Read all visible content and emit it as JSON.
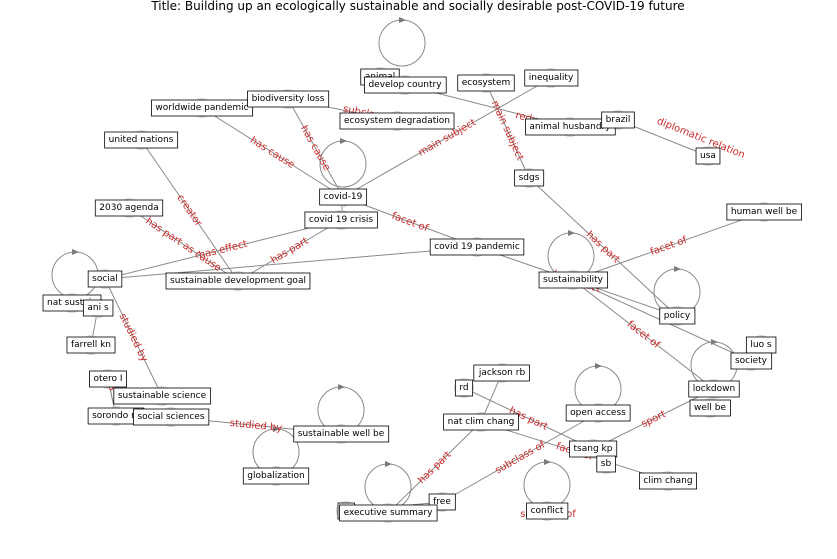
{
  "title": "Title: Building up an ecologically sustainable and socially desirable post-COVID-19 future",
  "colors": {
    "edge": "#8a8a8a",
    "node": "#d6d6d6",
    "edge_label": "#cc2a2a",
    "box_border": "#000000"
  },
  "nodes": [
    {
      "id": "animal",
      "label": "animal"
    },
    {
      "id": "develop_country",
      "label": "develop country"
    },
    {
      "id": "ecosystem",
      "label": "ecosystem"
    },
    {
      "id": "inequality",
      "label": "inequality"
    },
    {
      "id": "worldwide_pandemic",
      "label": "worldwide pandemic"
    },
    {
      "id": "biodiversity_loss",
      "label": "biodiversity loss"
    },
    {
      "id": "ecosystem_degradation",
      "label": "ecosystem degradation"
    },
    {
      "id": "animal_husbandry",
      "label": "animal husbandry"
    },
    {
      "id": "brazil",
      "label": "brazil"
    },
    {
      "id": "usa",
      "label": "usa"
    },
    {
      "id": "united_nations",
      "label": "united nations"
    },
    {
      "id": "sdgs",
      "label": "sdgs"
    },
    {
      "id": "covid19",
      "label": "covid-19"
    },
    {
      "id": "agenda2030",
      "label": "2030 agenda"
    },
    {
      "id": "covid19_crisis",
      "label": "covid 19 crisis"
    },
    {
      "id": "human_well_be",
      "label": "human well be"
    },
    {
      "id": "covid19_pandemic",
      "label": "covid 19 pandemic"
    },
    {
      "id": "social",
      "label": "social"
    },
    {
      "id": "sustainable_development_goal",
      "label": "sustainable development goal"
    },
    {
      "id": "sustainability",
      "label": "sustainability"
    },
    {
      "id": "nat_sustain",
      "label": "nat sustain"
    },
    {
      "id": "ani_s",
      "label": "ani s"
    },
    {
      "id": "policy",
      "label": "policy"
    },
    {
      "id": "farrell_kn",
      "label": "farrell kn"
    },
    {
      "id": "luo_s",
      "label": "luo s"
    },
    {
      "id": "society",
      "label": "society"
    },
    {
      "id": "otero_i",
      "label": "otero I"
    },
    {
      "id": "jackson_rb",
      "label": "jackson rb"
    },
    {
      "id": "lockdown",
      "label": "lockdown"
    },
    {
      "id": "rd",
      "label": "rd"
    },
    {
      "id": "sustainable_science",
      "label": "sustainable science"
    },
    {
      "id": "well_be",
      "label": "well be"
    },
    {
      "id": "sorondo_m",
      "label": "sorondo m"
    },
    {
      "id": "social_sciences",
      "label": "social sciences"
    },
    {
      "id": "open_access",
      "label": "open access"
    },
    {
      "id": "nat_clim_chang",
      "label": "nat clim chang"
    },
    {
      "id": "sustainable_well_be",
      "label": "sustainable well be"
    },
    {
      "id": "tsang_kp",
      "label": "tsang kp"
    },
    {
      "id": "sb",
      "label": "sb"
    },
    {
      "id": "clim_chang",
      "label": "clim chang"
    },
    {
      "id": "globalization",
      "label": "globalization"
    },
    {
      "id": "free",
      "label": "free"
    },
    {
      "id": "le",
      "label": "le"
    },
    {
      "id": "executive_summary",
      "label": "executive summary"
    },
    {
      "id": "conflict",
      "label": "conflict"
    }
  ],
  "edges": [
    {
      "source": "worldwide_pandemic",
      "target": "covid19",
      "label": "has cause"
    },
    {
      "source": "covid19",
      "target": "biodiversity_loss",
      "label": "has cause"
    },
    {
      "source": "covid19",
      "target": "inequality",
      "label": "main subject"
    },
    {
      "source": "sdgs",
      "target": "ecosystem",
      "label": "main subject"
    },
    {
      "source": "animal_husbandry",
      "target": "develop_country",
      "label": "reduced"
    },
    {
      "source": "brazil",
      "target": "usa",
      "label": "diplomatic relation"
    },
    {
      "source": "biodiversity_loss",
      "target": "ecosystem_degradation",
      "label": "subclass of"
    },
    {
      "source": "sustainable_development_goal",
      "target": "united_nations",
      "label": "creator"
    },
    {
      "source": "sustainable_development_goal",
      "target": "agenda2030",
      "label": "has part as cause"
    },
    {
      "source": "sustainable_development_goal",
      "target": "covid19_crisis",
      "label": "has part"
    },
    {
      "source": "social",
      "target": "covid19_crisis",
      "label": "has effect"
    },
    {
      "source": "covid19_crisis",
      "target": "covid19",
      "label": ""
    },
    {
      "source": "covid19",
      "target": "covid19_pandemic",
      "label": "facet of"
    },
    {
      "source": "social",
      "target": "covid19_pandemic",
      "label": ""
    },
    {
      "source": "sdgs",
      "target": "policy",
      "label": "has part"
    },
    {
      "source": "sustainability",
      "target": "human_well_be",
      "label": "facet of"
    },
    {
      "source": "covid19_pandemic",
      "target": "policy",
      "label": "has effect"
    },
    {
      "source": "lockdown",
      "target": "sustainability",
      "label": "facet of"
    },
    {
      "source": "sustainability",
      "target": "society",
      "label": ""
    },
    {
      "source": "tsang_kp",
      "target": "lockdown",
      "label": "sport"
    },
    {
      "source": "sustainable_science",
      "target": "social",
      "label": "studied by"
    },
    {
      "source": "ani_s",
      "target": "farrell_kn",
      "label": ""
    },
    {
      "source": "otero_i",
      "target": "sorondo_m",
      "label": ""
    },
    {
      "source": "social_sciences",
      "target": "sustainable_well_be",
      "label": "studied by"
    },
    {
      "source": "nat_clim_chang",
      "target": "executive_summary",
      "label": "has part"
    },
    {
      "source": "rd",
      "target": "tsang_kp",
      "label": "has part"
    },
    {
      "source": "nat_clim_chang",
      "target": "jackson_rb",
      "label": ""
    },
    {
      "source": "nat_clim_chang",
      "target": "clim_chang",
      "label": "facet of"
    },
    {
      "source": "free",
      "target": "open_access",
      "label": "subclass of"
    },
    {
      "source": "free",
      "target": "le",
      "label": ""
    },
    {
      "source": "sorondo_m",
      "target": "otero_i",
      "label": "S"
    }
  ],
  "self_loops": [
    "animal",
    "covid19",
    "social",
    "sustainability",
    "policy",
    "lockdown",
    "open_access",
    "sustainable_well_be",
    "globalization",
    "le",
    "conflict"
  ],
  "extra_edge_labels": [
    "subclass of"
  ]
}
